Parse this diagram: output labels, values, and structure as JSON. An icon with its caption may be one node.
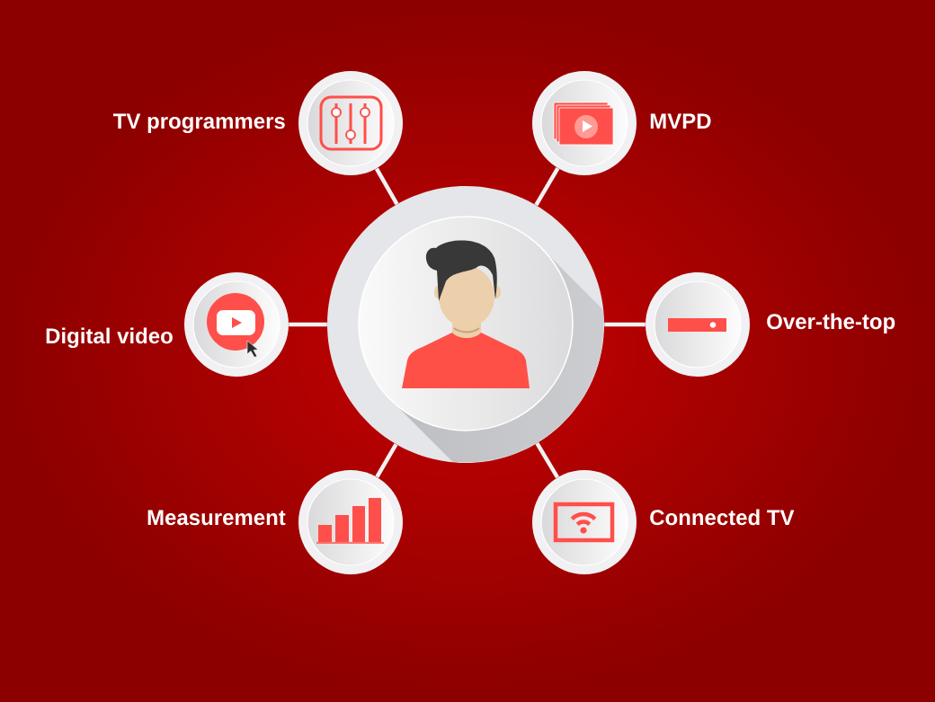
{
  "diagram": {
    "nodes": [
      {
        "text": [
          "TV programmers"
        ]
      },
      {
        "text": [
          "MVPD"
        ]
      },
      {
        "text": [
          "Digital video"
        ]
      },
      {
        "text": [],
        "shape": "picture"
      },
      {
        "text": [
          "Over-the-top"
        ]
      },
      {
        "text": [
          "Measurement"
        ]
      },
      {
        "text": [
          "Connected TV"
        ]
      }
    ],
    "edges": [
      {
        "from": 3,
        "to": 0,
        "arrow": "none"
      },
      {
        "from": 3,
        "to": 1,
        "arrow": "none"
      },
      {
        "from": 3,
        "to": 2,
        "arrow": "none"
      },
      {
        "from": 3,
        "to": 4,
        "arrow": "none"
      },
      {
        "from": 3,
        "to": 5,
        "arrow": "none"
      },
      {
        "from": 3,
        "to": 6,
        "arrow": "none"
      }
    ]
  }
}
